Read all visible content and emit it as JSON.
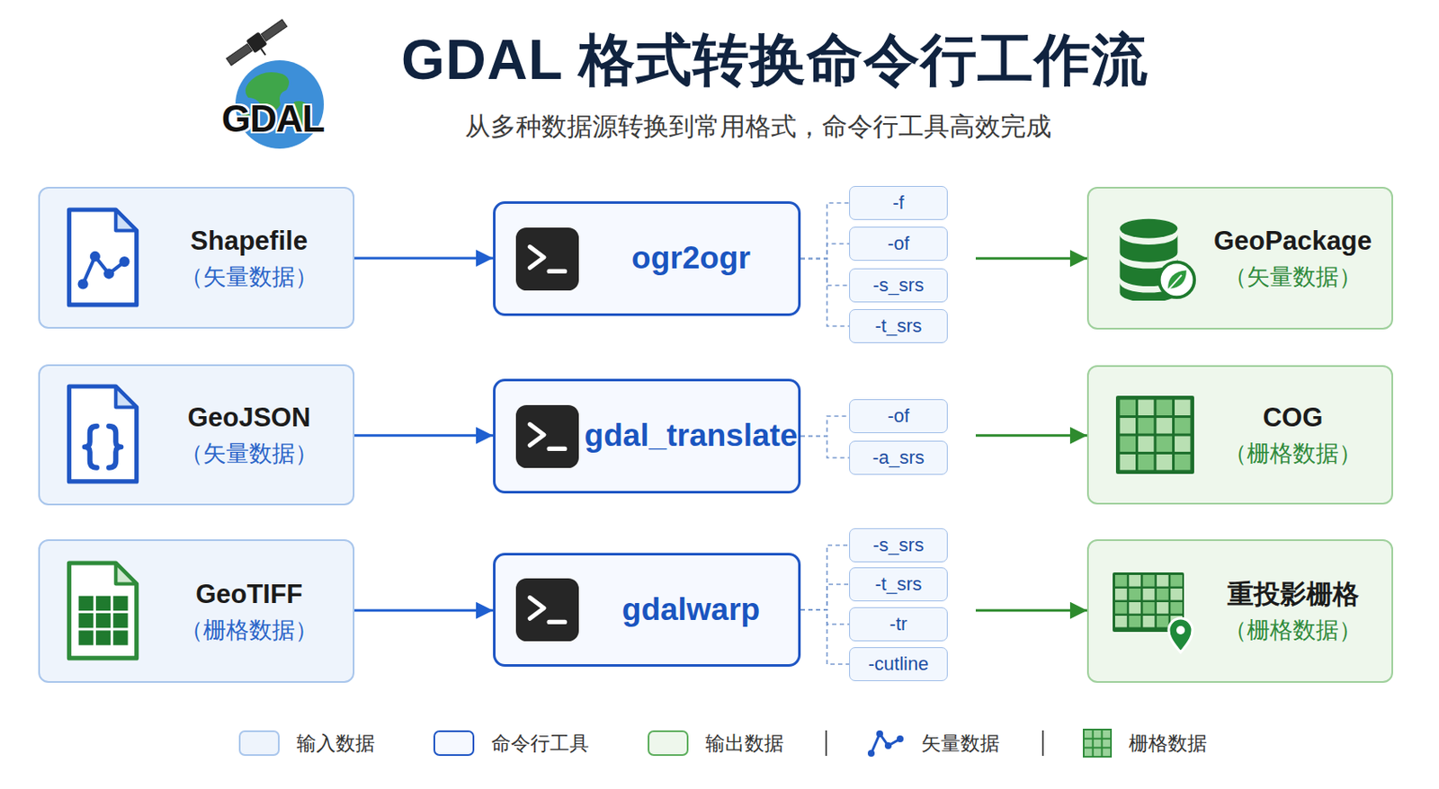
{
  "diagram": {
    "title": "GDAL 格式转换命令行工作流",
    "caption": "从多种数据源转换到常用格式，命令行工具高效完成",
    "nodes": [
      {
        "text": [
          "Shapefile",
          "（矢量数据）"
        ]
      },
      {
        "text": [
          "ogr2ogr"
        ]
      },
      {
        "text": [
          "-f"
        ]
      },
      {
        "text": [
          "-of"
        ]
      },
      {
        "text": [
          "-s_srs"
        ]
      },
      {
        "text": [
          "-t_srs"
        ]
      },
      {
        "text": [
          "GeoPackage",
          "（矢量数据）"
        ]
      },
      {
        "text": [
          "GeoJSON",
          "（矢量数据）"
        ]
      },
      {
        "text": [
          "gdal_translate"
        ]
      },
      {
        "text": [
          "-of"
        ]
      },
      {
        "text": [
          "-a_srs"
        ]
      },
      {
        "text": [
          "COG",
          "（栅格数据）"
        ]
      },
      {
        "text": [
          "GeoTIFF",
          "（栅格数据）"
        ]
      },
      {
        "text": [
          "gdalwarp"
        ]
      },
      {
        "text": [
          "-s_srs"
        ]
      },
      {
        "text": [
          "-t_srs"
        ]
      },
      {
        "text": [
          "-tr"
        ]
      },
      {
        "text": [
          "-cutline"
        ]
      },
      {
        "text": [
          "重投影栅格",
          "（栅格数据）"
        ]
      }
    ],
    "edges": [
      {
        "from": 0,
        "to": 1,
        "arrow": "to"
      },
      {
        "from": 1,
        "to": 2,
        "arrow": "none"
      },
      {
        "from": 1,
        "to": 3,
        "arrow": "none"
      },
      {
        "from": 1,
        "to": 4,
        "arrow": "none"
      },
      {
        "from": 1,
        "to": 5,
        "arrow": "none"
      },
      {
        "from": 1,
        "to": 6,
        "arrow": "to"
      },
      {
        "from": 7,
        "to": 8,
        "arrow": "to"
      },
      {
        "from": 8,
        "to": 9,
        "arrow": "none"
      },
      {
        "from": 8,
        "to": 10,
        "arrow": "none"
      },
      {
        "from": 8,
        "to": 11,
        "arrow": "to"
      },
      {
        "from": 12,
        "to": 13,
        "arrow": "to"
      },
      {
        "from": 13,
        "to": 14,
        "arrow": "none"
      },
      {
        "from": 13,
        "to": 15,
        "arrow": "none"
      },
      {
        "from": 13,
        "to": 16,
        "arrow": "none"
      },
      {
        "from": 13,
        "to": 17,
        "arrow": "none"
      },
      {
        "from": 13,
        "to": 18,
        "arrow": "to"
      }
    ],
    "labels": [
      "GDAL"
    ],
    "legend": [
      {
        "text": "输入数据",
        "color": "#eef4fc"
      },
      {
        "text": "命令行工具",
        "color": "#f6f9ff"
      },
      {
        "text": "输出数据",
        "color": "#eef7ec"
      },
      {
        "text": "矢量数据"
      },
      {
        "text": "栅格数据"
      }
    ]
  }
}
